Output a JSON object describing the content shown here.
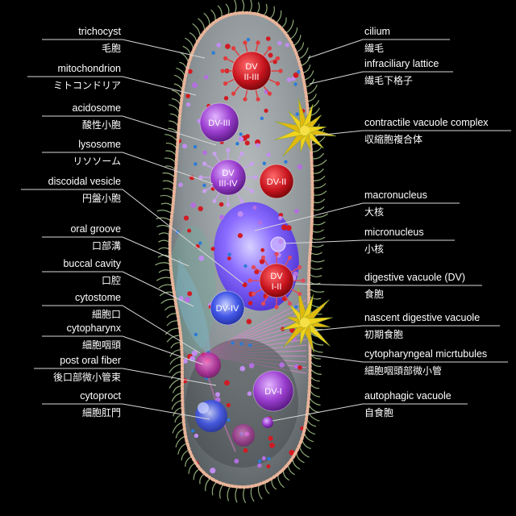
{
  "labels_left": [
    {
      "id": "trichocyst",
      "en": "trichocyst",
      "ja": "毛胞"
    },
    {
      "id": "mitochondrion",
      "en": "mitochondrion",
      "ja": "ミトコンドリア"
    },
    {
      "id": "acidosome",
      "en": "acidosome",
      "ja": "酸性小胞"
    },
    {
      "id": "lysosome",
      "en": "lysosome",
      "ja": "リソソーム"
    },
    {
      "id": "discoidal-vesicle",
      "en": "discoidal vesicle",
      "ja": "円盤小胞"
    },
    {
      "id": "oral-groove",
      "en": "oral groove",
      "ja": "口部溝"
    },
    {
      "id": "buccal-cavity",
      "en": "buccal cavity",
      "ja": "口腔"
    },
    {
      "id": "cytostome",
      "en": "cytostome",
      "ja": "細胞口"
    },
    {
      "id": "cytopharynx",
      "en": "cytopharynx",
      "ja": "細胞咽頭"
    },
    {
      "id": "post-oral-fiber",
      "en": "post oral fiber",
      "ja": "後口部微小管束"
    },
    {
      "id": "cytoproct",
      "en": "cytoproct",
      "ja": "細胞肛門"
    }
  ],
  "labels_right": [
    {
      "id": "cilium",
      "en": "cilium",
      "ja": "繊毛"
    },
    {
      "id": "infraciliary-lattice",
      "en": "infraciliary lattice",
      "ja": "繊毛下格子"
    },
    {
      "id": "contractile-vacuole-complex",
      "en": "contractile vacuole complex",
      "ja": "収縮胞複合体"
    },
    {
      "id": "macronucleus",
      "en": "macronucleus",
      "ja": "大核"
    },
    {
      "id": "micronucleus",
      "en": "micronucleus",
      "ja": "小核"
    },
    {
      "id": "digestive-vacuole",
      "en": "digestive vacuole (DV)",
      "ja": "食胞"
    },
    {
      "id": "nascent-digestive-vacuole",
      "en": "nascent digestive vacuole",
      "ja": "初期食胞"
    },
    {
      "id": "cytopharyngeal-microtubules",
      "en": "cytopharyngeal micrtubules",
      "ja": "細胞咽頭部微小管"
    },
    {
      "id": "autophagic-vacuole",
      "en": "autophagic vacuole",
      "ja": "自食胞"
    }
  ],
  "vacuoles": [
    {
      "id": "dv-ii-iii",
      "line1": "DV",
      "line2": "II-III"
    },
    {
      "id": "dv-iii",
      "line1": "DV-III",
      "line2": ""
    },
    {
      "id": "dv-iii-iv",
      "line1": "DV",
      "line2": "III-IV"
    },
    {
      "id": "dv-ii",
      "line1": "DV-II",
      "line2": ""
    },
    {
      "id": "dv-i-ii",
      "line1": "DV",
      "line2": "I-II"
    },
    {
      "id": "dv-iv",
      "line1": "DV-IV",
      "line2": ""
    },
    {
      "id": "dv-i",
      "line1": "DV-I",
      "line2": ""
    }
  ],
  "colors": {
    "background": "#000000",
    "cytoplasm": "#8e9598",
    "pellicle": "#e8b49a",
    "cilia": "#a7c88b",
    "macronucleus": "#7a5cff",
    "dv_red": "#c8141e",
    "dv_purple": "#9b3fd0",
    "dv_blue": "#2f47d8",
    "contractile": "#f0d21c",
    "leader": "#d8d8d8"
  }
}
